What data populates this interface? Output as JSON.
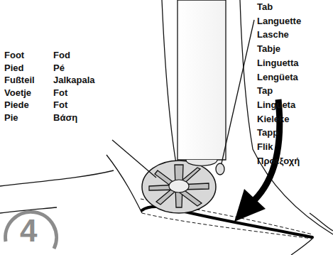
{
  "diagram": {
    "labels": [
      "Foot",
      "Pied",
      "Fußteil",
      "Voetje",
      "Piede",
      "Pie",
      "Fod",
      "Pé",
      "Jalkapala",
      "Fot",
      "Fot",
      "Βάση",
      "Tab",
      "Languette",
      "Lasche",
      "Tabje",
      "Linguetta",
      "Lengüeta",
      "Tap",
      "Lingueta",
      "Kieleke",
      "Tapp",
      "Flik",
      "Προεξοχή",
      "4"
    ]
  }
}
